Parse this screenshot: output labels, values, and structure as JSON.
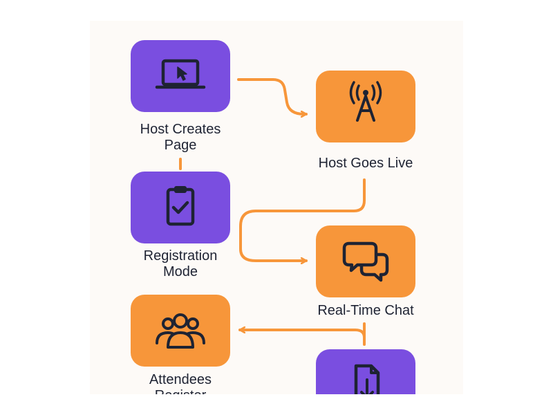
{
  "diagram": {
    "colors": {
      "primary": "#7a4ee0",
      "secondary": "#f7963a",
      "connector": "#f7963a",
      "icon_stroke": "#1e2333",
      "text": "#1e2333",
      "background": "#fdfaf7"
    },
    "nodes": [
      {
        "id": "host-creates-page",
        "label": "Host Creates\nPage",
        "color": "primary",
        "icon": "laptop-cursor-icon"
      },
      {
        "id": "host-goes-live",
        "label": "Host Goes Live",
        "color": "secondary",
        "icon": "broadcast-tower-icon"
      },
      {
        "id": "registration-mode",
        "label": "Registration\nMode",
        "color": "primary",
        "icon": "clipboard-check-icon"
      },
      {
        "id": "real-time-chat",
        "label": "Real-Time Chat",
        "color": "secondary",
        "icon": "chat-bubbles-icon"
      },
      {
        "id": "attendees-register",
        "label": "Attendees\nRegister",
        "color": "secondary",
        "icon": "people-group-icon"
      },
      {
        "id": "download",
        "label": "",
        "color": "primary",
        "icon": "file-download-icon"
      }
    ],
    "edges": [
      {
        "from": "host-creates-page",
        "to": "host-goes-live",
        "arrow": true
      },
      {
        "from": "host-creates-page",
        "to": "registration-mode",
        "arrow": false
      },
      {
        "from": "host-goes-live",
        "to": "real-time-chat",
        "arrow": true
      },
      {
        "from": "real-time-chat",
        "to": "attendees-register",
        "arrow": true
      },
      {
        "from": "real-time-chat",
        "to": "download",
        "arrow": false
      }
    ]
  }
}
